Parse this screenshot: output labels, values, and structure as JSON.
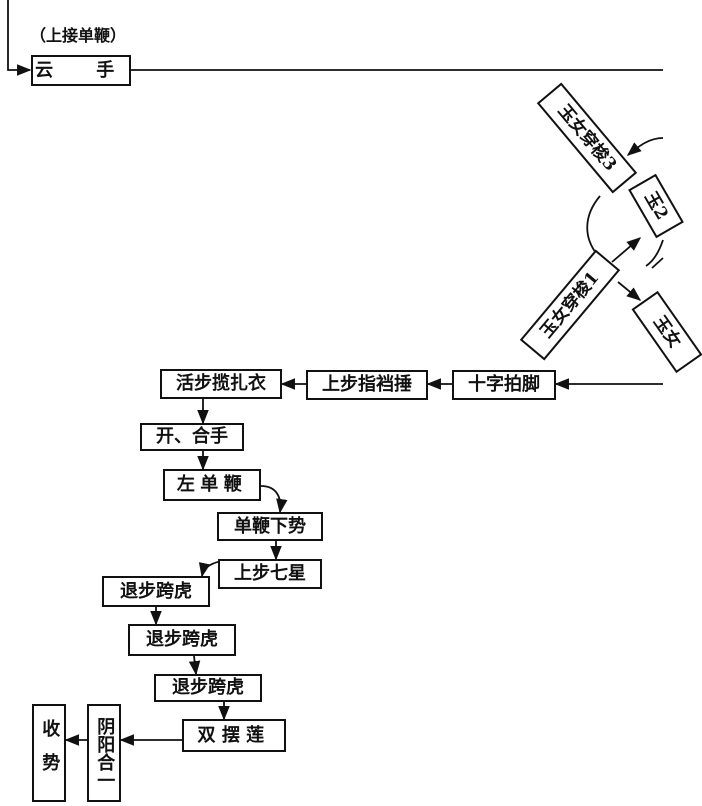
{
  "header": {
    "note": "（上接单鞭）"
  },
  "nodes": {
    "yunshou": "云　手",
    "yunv3": "玉女穿梭3",
    "yunv2": "玉2",
    "yunv1": "玉女穿梭1",
    "yunv4": "玉女",
    "shizi": "十字拍脚",
    "shangbu_zhidang": "上步指裆捶",
    "huobu": "活步揽扎衣",
    "kaihe": "开、合手",
    "zuodanbian": "左单鞭",
    "danbian_xiashi": "单鞭下势",
    "shangbu_qixing": "上步七星",
    "tuibu1": "退步跨虎",
    "tuibu2": "退步跨虎",
    "tuibu3": "退步跨虎",
    "shuangbai": "双摆莲",
    "yinyang": "阴阳合一",
    "shoushi": "收势"
  }
}
